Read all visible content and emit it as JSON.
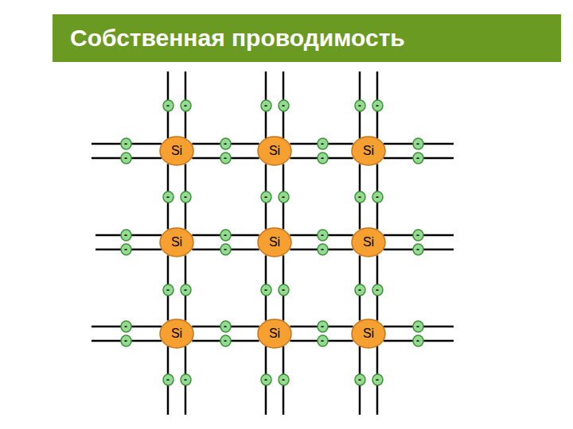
{
  "diagram": {
    "title": "Собственная проводимость",
    "nodes": [
      {
        "text": [
          "-"
        ]
      },
      {
        "text": [
          "-"
        ]
      },
      {
        "text": [
          "-"
        ]
      },
      {
        "text": [
          "-"
        ]
      },
      {
        "text": [
          "-"
        ]
      },
      {
        "text": [
          "-"
        ]
      },
      {
        "text": [
          "-"
        ]
      },
      {
        "text": [
          "-"
        ]
      },
      {
        "text": [
          "Si"
        ]
      },
      {
        "text": [
          "-"
        ]
      },
      {
        "text": [
          "-"
        ]
      },
      {
        "text": [
          "Si"
        ]
      },
      {
        "text": [
          "-"
        ]
      },
      {
        "text": [
          "-"
        ]
      },
      {
        "text": [
          "Si"
        ]
      },
      {
        "text": [
          "-"
        ]
      },
      {
        "text": [
          "-"
        ]
      },
      {
        "text": [
          "-"
        ]
      },
      {
        "text": [
          "-"
        ]
      },
      {
        "text": [
          "-"
        ]
      },
      {
        "text": [
          "-"
        ]
      },
      {
        "text": [
          "-"
        ]
      },
      {
        "text": [
          "-"
        ]
      },
      {
        "text": [
          "-"
        ]
      },
      {
        "text": [
          "-"
        ]
      },
      {
        "text": [
          "Si"
        ]
      },
      {
        "text": [
          "-"
        ]
      },
      {
        "text": [
          "-"
        ]
      },
      {
        "text": [
          "Si"
        ]
      },
      {
        "text": [
          "-"
        ]
      },
      {
        "text": [
          "-"
        ]
      },
      {
        "text": [
          "Si"
        ]
      },
      {
        "text": [
          "-"
        ]
      },
      {
        "text": [
          "-"
        ]
      },
      {
        "text": [
          "-"
        ]
      },
      {
        "text": [
          "-"
        ]
      },
      {
        "text": [
          "-"
        ]
      },
      {
        "text": [
          "-"
        ]
      },
      {
        "text": [
          "-"
        ]
      },
      {
        "text": [
          "-"
        ]
      },
      {
        "text": [
          "-"
        ]
      },
      {
        "text": [
          "-"
        ]
      },
      {
        "text": [
          "Si"
        ]
      },
      {
        "text": [
          "-"
        ]
      },
      {
        "text": [
          "-"
        ]
      },
      {
        "text": [
          "Si"
        ]
      },
      {
        "text": [
          "-"
        ]
      },
      {
        "text": [
          "-"
        ]
      },
      {
        "text": [
          "Si"
        ]
      },
      {
        "text": [
          "-"
        ]
      },
      {
        "text": [
          "-"
        ]
      },
      {
        "text": [
          "-"
        ]
      },
      {
        "text": [
          "-"
        ]
      },
      {
        "text": [
          "-"
        ]
      },
      {
        "text": [
          "-"
        ]
      },
      {
        "text": [
          "-"
        ]
      },
      {
        "text": [
          "-"
        ]
      }
    ],
    "edges": [
      {
        "from": 8,
        "to": 11,
        "arrow": "none"
      },
      {
        "from": 11,
        "to": 14,
        "arrow": "none"
      },
      {
        "from": 25,
        "to": 28,
        "arrow": "none"
      },
      {
        "from": 28,
        "to": 31,
        "arrow": "none"
      },
      {
        "from": 42,
        "to": 45,
        "arrow": "none"
      },
      {
        "from": 45,
        "to": 48,
        "arrow": "none"
      },
      {
        "from": 8,
        "to": 25,
        "arrow": "none"
      },
      {
        "from": 25,
        "to": 42,
        "arrow": "none"
      },
      {
        "from": 11,
        "to": 28,
        "arrow": "none"
      },
      {
        "from": 28,
        "to": 45,
        "arrow": "none"
      },
      {
        "from": 14,
        "to": 31,
        "arrow": "none"
      },
      {
        "from": 31,
        "to": 48,
        "arrow": "none"
      }
    ]
  }
}
